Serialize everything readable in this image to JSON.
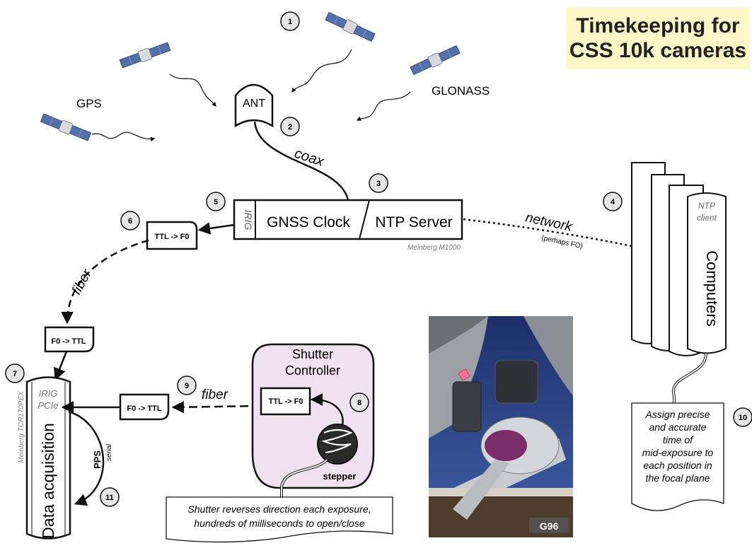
{
  "title": [
    "Timekeeping for",
    "CSS 10k cameras"
  ],
  "sources": {
    "gps": "GPS",
    "glonass": "GLONASS"
  },
  "antenna": "ANT",
  "coax": "coax",
  "server": {
    "irig": "IRIG",
    "clock": "GNSS Clock",
    "ntp": "NTP Server",
    "model": "Meinberg M1000"
  },
  "network": {
    "label": "network",
    "sub": "(perhaps FO)"
  },
  "computers": {
    "client": [
      "NTP",
      "client"
    ],
    "label": "Computers"
  },
  "converters": {
    "ttl_fo_top": "TTL -> F0",
    "fo_ttl_left": "F0 -> TTL",
    "fo_ttl_mid": "F0 -> TTL",
    "ttl_fo_shutter": "TTL -> F0"
  },
  "fiber_labels": [
    "fiber",
    "fiber"
  ],
  "daq": {
    "card": [
      "IRIG",
      "PCIe"
    ],
    "label": "Data acquisition",
    "model": "Meinberg TCR170PEX",
    "pps": "PPS",
    "serial": "serial"
  },
  "shutter": {
    "title": [
      "Shutter",
      "Controller"
    ],
    "stepper": "stepper",
    "note": [
      "Shutter reverses direction each exposure,",
      "hundreds of milliseconds to open/close"
    ]
  },
  "assign_note": [
    "Assign precise",
    "and accurate",
    "time of",
    "mid-exposure to",
    "each position in",
    "the focal plane"
  ],
  "photo_label": "G96",
  "step_numbers": [
    "1",
    "2",
    "3",
    "4",
    "5",
    "6",
    "7",
    "8",
    "9",
    "10",
    "11"
  ],
  "colors": {
    "title_bg": "#fdf7c8",
    "shutter_bg": "#f1e2f2",
    "satellite_panel": "#5470a8",
    "marker_bg": "#e6e6e6",
    "sky": "#263a7a"
  }
}
